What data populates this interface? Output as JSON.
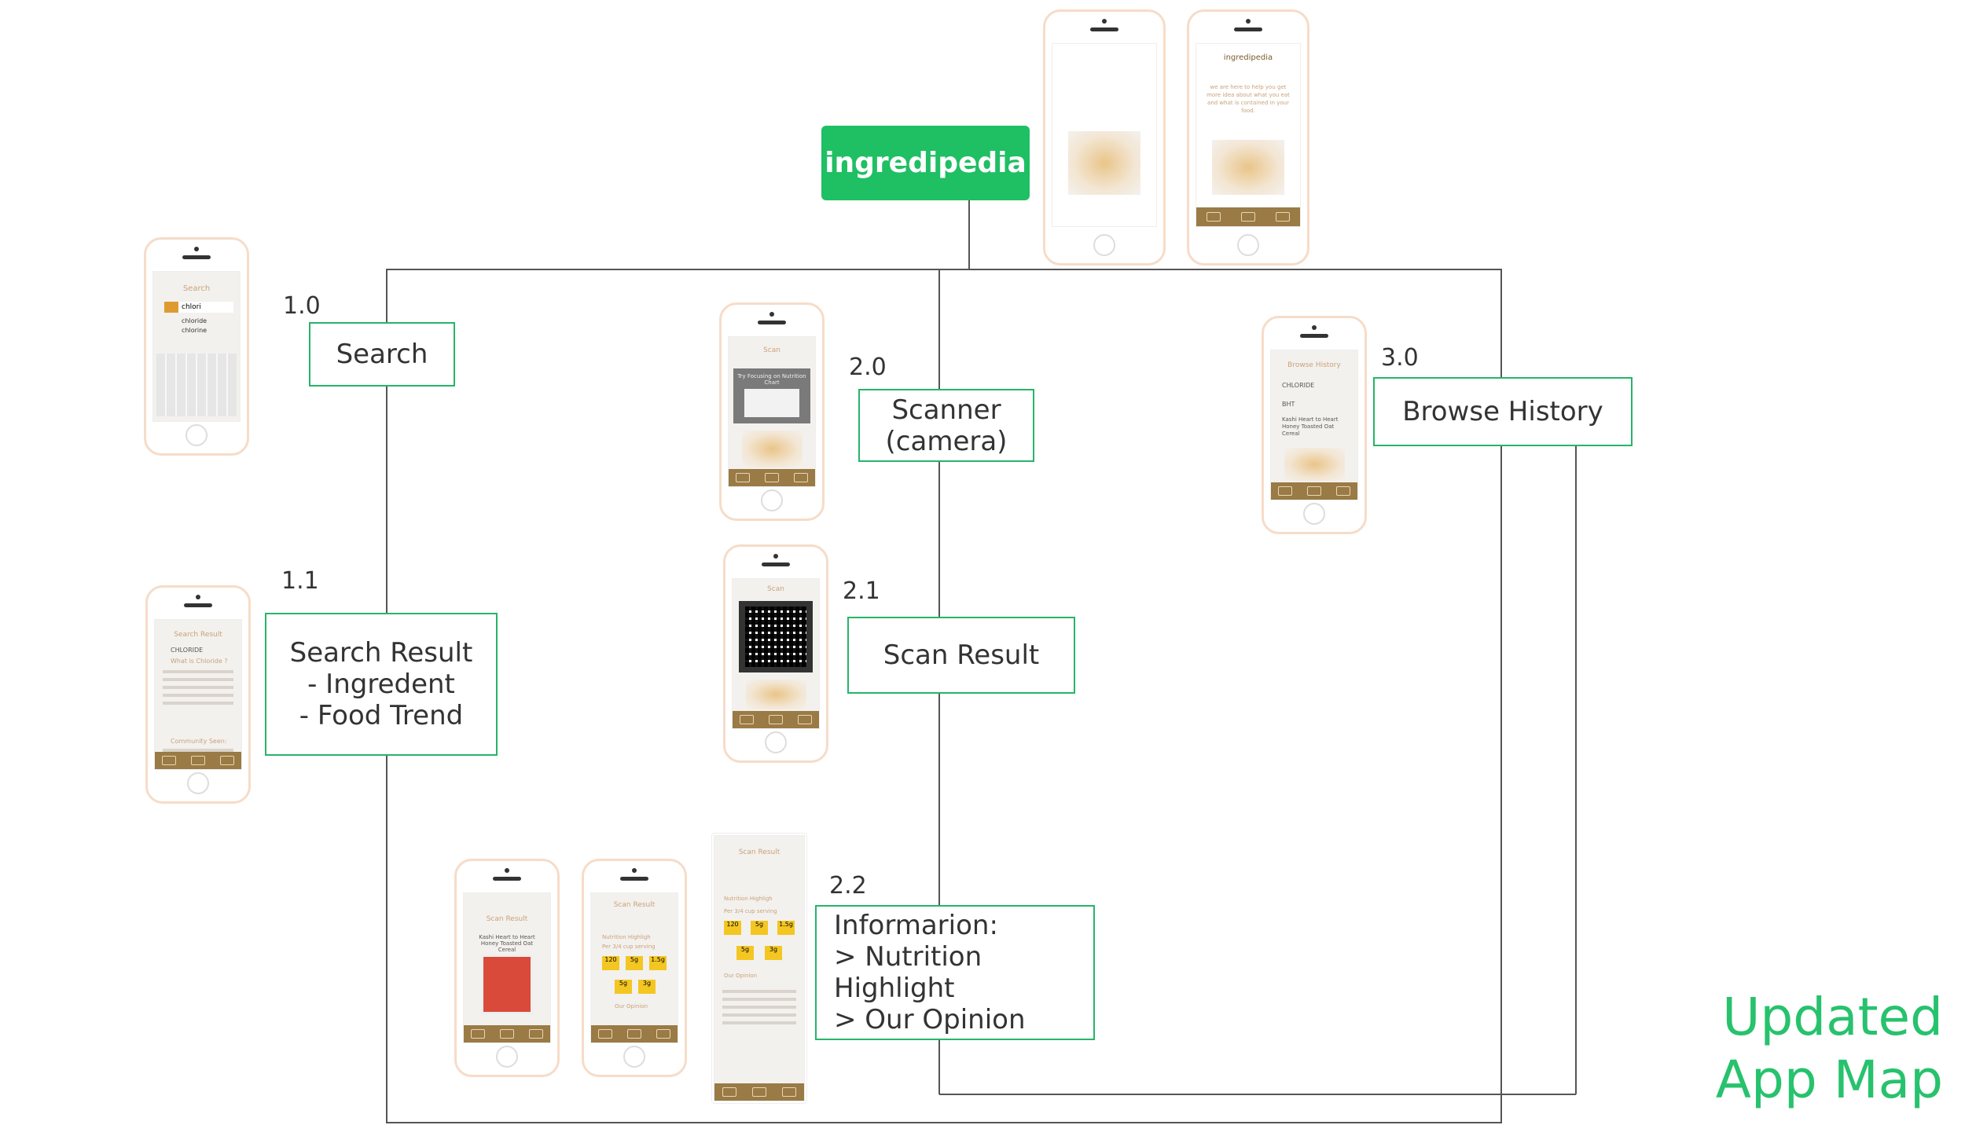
{
  "root": {
    "label": "ingredipedia"
  },
  "title": {
    "line1": "Updated",
    "line2": "App Map"
  },
  "nodes": {
    "search": {
      "number": "1.0",
      "label": "Search"
    },
    "search_result": {
      "number": "1.1",
      "label": "Search Result\n- Ingredent\n- Food Trend"
    },
    "scanner": {
      "number": "2.0",
      "label": "Scanner\n(camera)"
    },
    "scan_result": {
      "number": "2.1",
      "label": "Scan Result"
    },
    "information": {
      "number": "2.2",
      "label": "Informarion:\n> Nutrition Highlight\n> Our Opinion"
    },
    "browse_history": {
      "number": "3.0",
      "label": "Browse History"
    }
  },
  "screens": {
    "splash": {
      "logo": "ingredipedia"
    },
    "intro": {
      "logo": "ingredipedia",
      "text": "we are here to help you get more idea about what you eat and what is contained in your food."
    },
    "search": {
      "title": "Search",
      "query": "chlori",
      "suggestions": [
        "chloride",
        "chlorine"
      ]
    },
    "search_result": {
      "title": "Search Result",
      "item": "CHLORIDE",
      "heading": "What is Chloride ?",
      "section": "Community Seen:"
    },
    "scanner": {
      "title": "Scan",
      "prompt": "Try Focusing on Nutrition Chart"
    },
    "scan_result": {
      "title": "Scan"
    },
    "browse_history": {
      "title": "Browse History",
      "items": [
        "CHLORIDE",
        "BHT",
        "Kashi Heart to Heart Honey Toasted Oat Cereal"
      ]
    },
    "info_a": {
      "title": "Scan Result",
      "product": "Kashi Heart to Heart Honey Toasted Oat Cereal"
    },
    "info_b": {
      "title": "Scan Result",
      "section1": "Nutrition Highligh",
      "serving": "Per 3/4 cup serving",
      "values": [
        "120",
        "5g",
        "1.5g",
        "5g",
        "3g"
      ],
      "section2": "Our Opinion"
    },
    "info_c": {
      "title": "Scan Result",
      "section1": "Nutrition Highligh",
      "serving": "Per 3/4 cup serving",
      "values": [
        "120",
        "5g",
        "1.5g",
        "5g",
        "3g"
      ],
      "section2": "Our Opinion"
    }
  },
  "colors": {
    "accent": "#1fbf63",
    "node_border": "#27b469",
    "title": "#27c26d",
    "phone_frame": "#f6dcc8",
    "tab_bar": "#9a7a45",
    "line": "#555555"
  }
}
